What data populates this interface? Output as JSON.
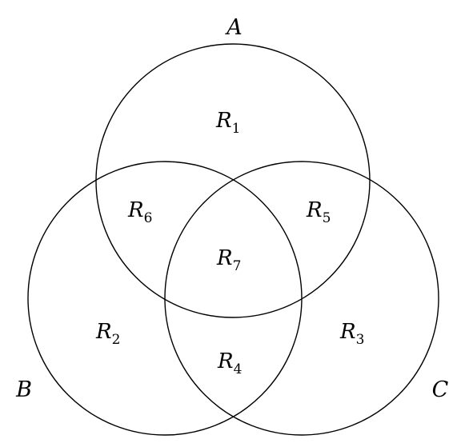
{
  "sets": [
    {
      "name": "A"
    },
    {
      "name": "B"
    },
    {
      "name": "C"
    }
  ],
  "regions": [
    {
      "letter": "R",
      "index": "1"
    },
    {
      "letter": "R",
      "index": "2"
    },
    {
      "letter": "R",
      "index": "3"
    },
    {
      "letter": "R",
      "index": "4"
    },
    {
      "letter": "R",
      "index": "5"
    },
    {
      "letter": "R",
      "index": "6"
    },
    {
      "letter": "R",
      "index": "7"
    }
  ]
}
